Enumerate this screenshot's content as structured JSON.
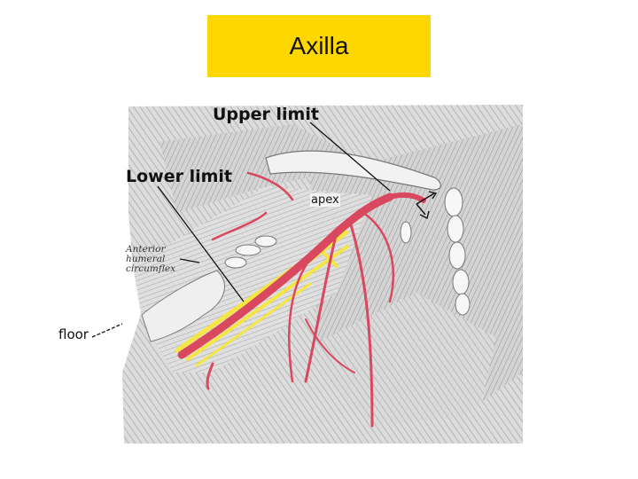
{
  "slide": {
    "title": "Axilla"
  },
  "labels": {
    "upper_limit": "Upper limit",
    "lower_limit": "Lower limit",
    "apex": "apex",
    "floor": "floor",
    "anterior_humeral_circumflex": [
      "Anterior",
      "humeral",
      "circumflex"
    ]
  },
  "colors": {
    "title_box": "#ffd700",
    "muscle": "#d9d9d9",
    "artery": "#d9485f",
    "nerve": "#f5e642",
    "bone": "#f2f2f2"
  },
  "icons": {
    "measurement_bracket": "bracket-arrow-icon"
  }
}
